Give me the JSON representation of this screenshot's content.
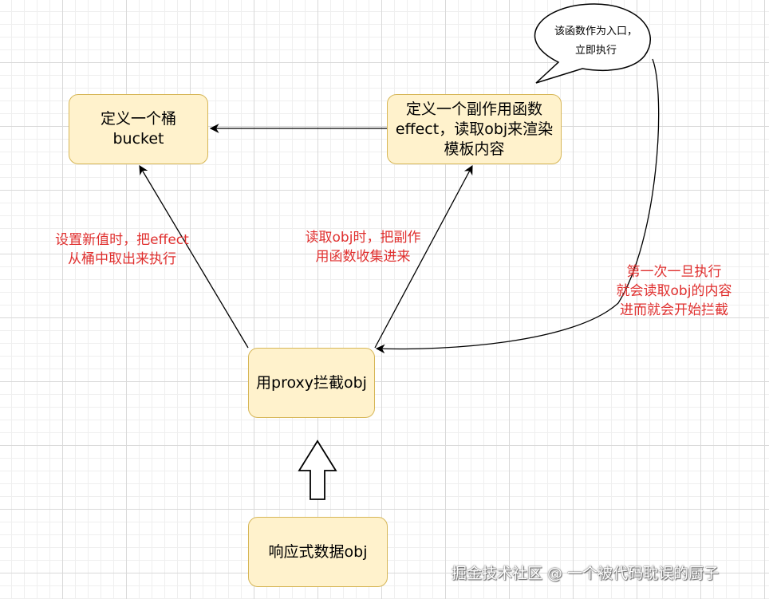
{
  "nodes": {
    "bucket": {
      "lines": [
        "定义一个桶",
        "bucket"
      ]
    },
    "effect": {
      "lines": [
        "定义一个副作用函数",
        "effect，读取obj来渲染",
        "模板内容"
      ]
    },
    "proxy": {
      "lines": [
        "用proxy拦截obj"
      ]
    },
    "reactive": {
      "lines": [
        "响应式数据obj"
      ]
    }
  },
  "edge_labels": {
    "set_value": [
      "设置新值时，把effect",
      "从桶中取出来执行"
    ],
    "read_obj": [
      "读取obj时，把副作",
      "用函数收集进来"
    ],
    "first_run": [
      "第一次一旦执行",
      "就会读取obj的内容",
      "进而就会开始拦截"
    ]
  },
  "callout": [
    "该函数作为入口，",
    "立即执行"
  ],
  "watermark": "掘金技术社区 @ 一个被代码耽误的厨子",
  "colors": {
    "box_fill": "#fff2cc",
    "box_stroke": "#d6b656",
    "label_text": "#e0302f"
  }
}
